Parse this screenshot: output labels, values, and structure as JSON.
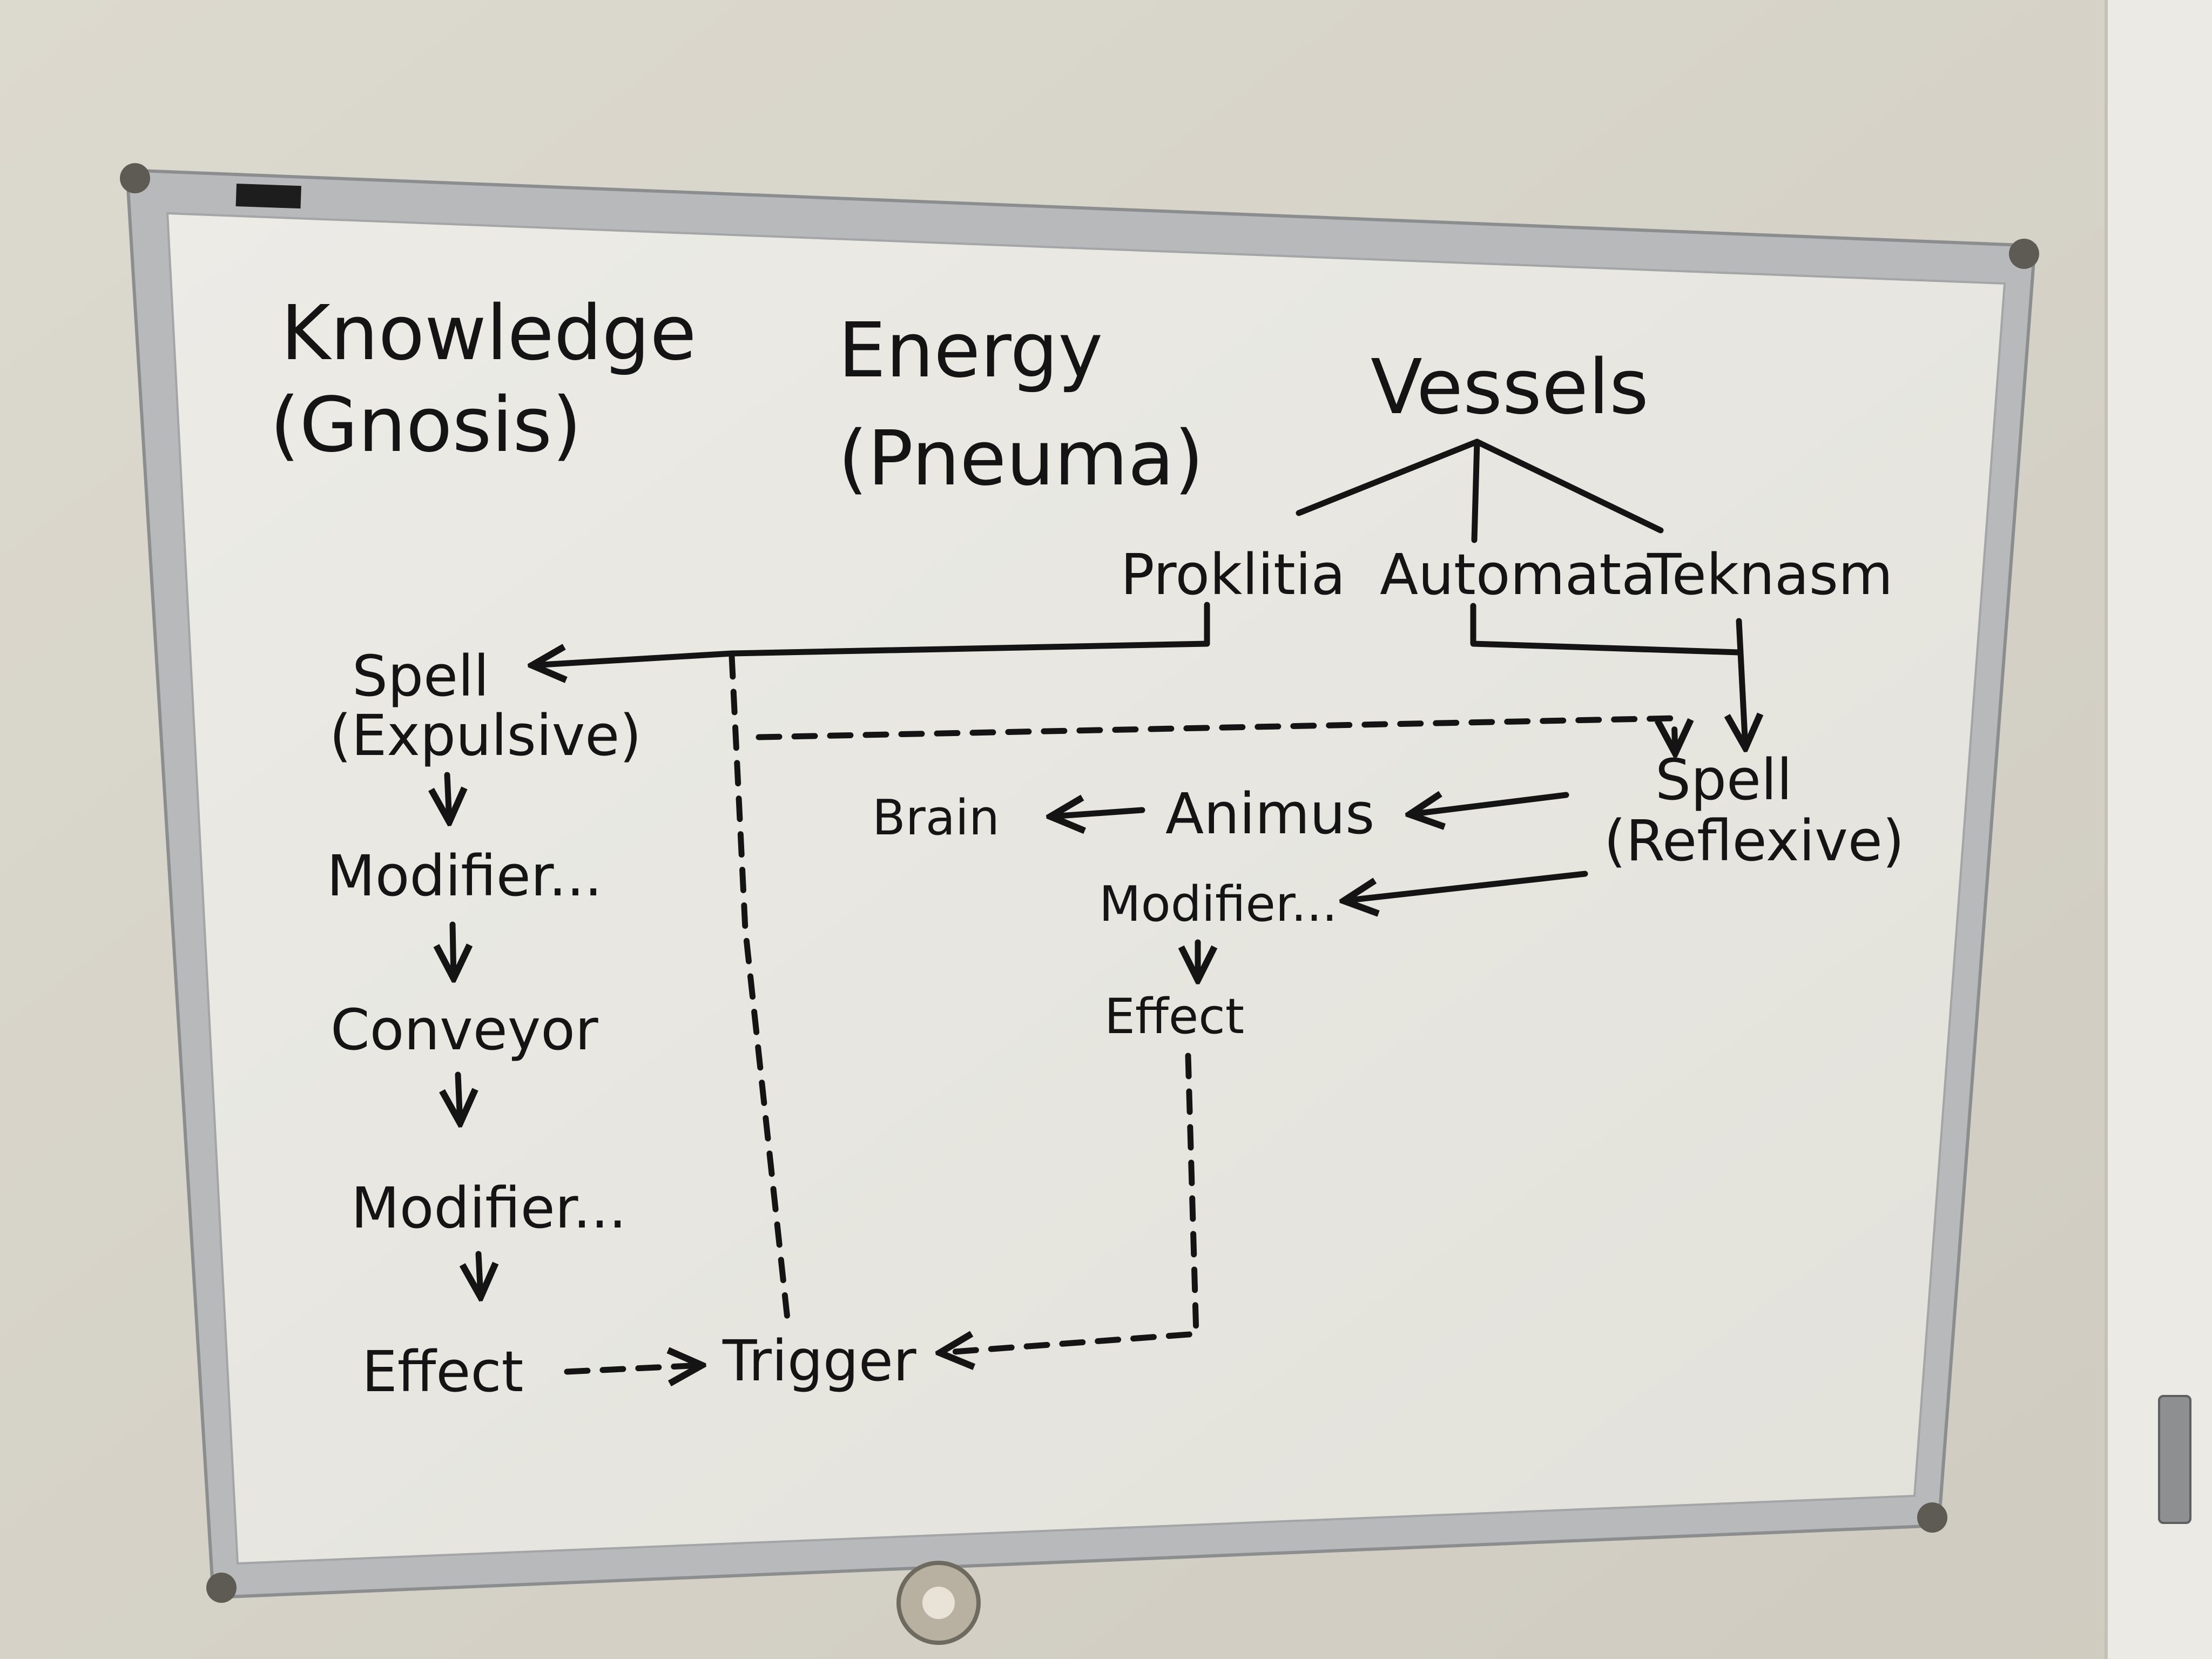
{
  "columns": {
    "knowledge": {
      "title": "Knowledge",
      "subtitle": "(Gnosis)"
    },
    "energy": {
      "title": "Energy",
      "subtitle": "(Pneuma)"
    },
    "vessels": {
      "title": "Vessels",
      "children": [
        "Proklitia",
        "Automata",
        "Teknasm"
      ]
    }
  },
  "expulsive_chain": {
    "spell": "Spell",
    "spell_type": "(Expulsive)",
    "modifier_1": "Modifier...",
    "conveyor": "Conveyor",
    "modifier_2": "Modifier...",
    "effect": "Effect"
  },
  "reflexive_chain": {
    "spell": "Spell",
    "spell_type": "(Reflexive)",
    "animus": "Animus",
    "brain": "Brain",
    "modifier": "Modifier...",
    "effect": "Effect"
  },
  "trigger": "Trigger",
  "colors": {
    "ink": "#141414",
    "board": "#e9e8e2",
    "frame": "#b9bbbd",
    "wall": "#d6d3c9"
  }
}
